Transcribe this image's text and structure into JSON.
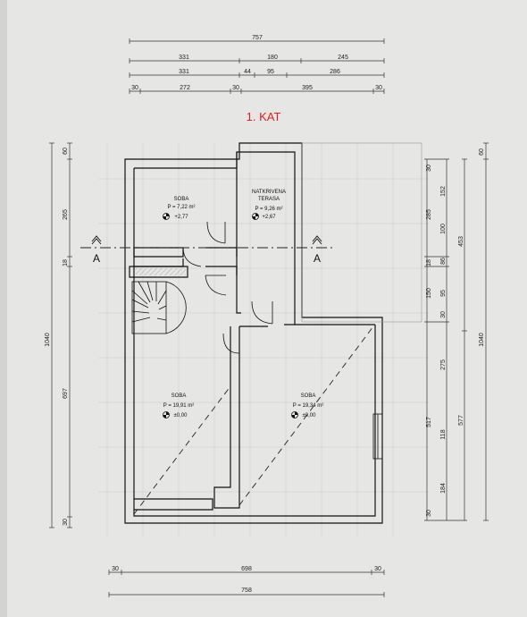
{
  "plan": {
    "title": "1. KAT",
    "colors": {
      "title": "#e02020",
      "paper": "#e4e4e2",
      "ink": "#111111"
    },
    "section_mark": "A",
    "top_dimensions": {
      "row1": [
        "757"
      ],
      "row2": [
        "331",
        "180",
        "245"
      ],
      "row3": [
        "331",
        "44",
        "95",
        "286"
      ],
      "row4": [
        "30",
        "272",
        "30",
        "395",
        "30"
      ]
    },
    "left_dimensions": {
      "outer": [
        "1040"
      ],
      "inner": [
        "60",
        "265",
        "18",
        "697",
        "30"
      ]
    },
    "right_dimensions": {
      "col1": [
        "30",
        "152",
        "100",
        "86",
        "95",
        "30",
        "275",
        "118",
        "184",
        "30"
      ],
      "col2": [
        "285",
        "18",
        "150",
        "517"
      ],
      "col3": [
        "453",
        "577"
      ],
      "col4": [
        "60",
        "1040"
      ]
    },
    "bottom_dimensions": {
      "row1": [
        "30",
        "698",
        "30"
      ],
      "row2": [
        "758"
      ]
    },
    "rooms": [
      {
        "name": "SOBA",
        "area": "P = 7,22 m²",
        "level": "+2,77"
      },
      {
        "name_line1": "NATKRIVENA",
        "name_line2": "TERASA",
        "area": "P = 9,26 m²",
        "level": "+2,67"
      },
      {
        "name": "SOBA",
        "area": "P = 19,91 m²",
        "level": "±0,00"
      },
      {
        "name": "SOBA",
        "area": "P = 19,34 m²",
        "level": "±0,00"
      }
    ]
  }
}
